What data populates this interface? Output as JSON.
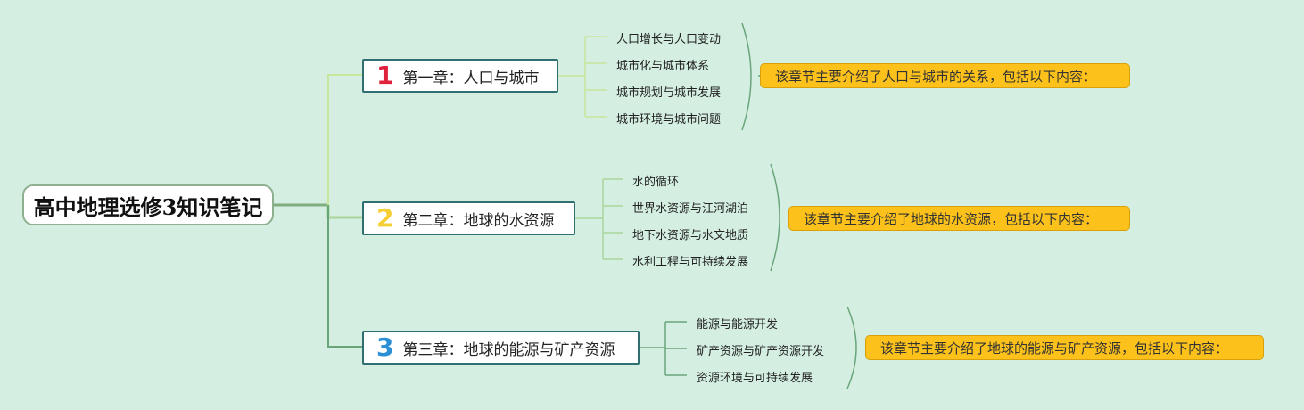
{
  "root": {
    "title": "高中地理选修3知识笔记"
  },
  "chapters": [
    {
      "number": "1",
      "number_color": "#e0213c",
      "title": "第一章：人口与城市",
      "topics": [
        "人口增长与人口变动",
        "城市化与城市体系",
        "城市规划与城市发展",
        "城市环境与城市问题"
      ],
      "summary": "该章节主要介绍了人口与城市的关系，包括以下内容："
    },
    {
      "number": "2",
      "number_color": "#f5cf35",
      "title": "第二章：地球的水资源",
      "topics": [
        "水的循环",
        "世界水资源与江河湖泊",
        "地下水资源与水文地质",
        "水利工程与可持续发展"
      ],
      "summary": "该章节主要介绍了地球的水资源，包括以下内容："
    },
    {
      "number": "3",
      "number_color": "#2b8fd6",
      "title": "第三章：地球的能源与矿产资源",
      "topics": [
        "能源与能源开发",
        "矿产资源与矿产资源开发",
        "资源环境与可持续发展"
      ],
      "summary": "该章节主要介绍了地球的能源与矿产资源，包括以下内容："
    }
  ],
  "colors": {
    "background": "#d4efe2",
    "branch_1": "#c7e59b",
    "branch_2": "#a9d59a",
    "branch_3": "#6aa57a",
    "chapter_border": "#2f6f72",
    "summary_fill": "#fcc21b"
  }
}
